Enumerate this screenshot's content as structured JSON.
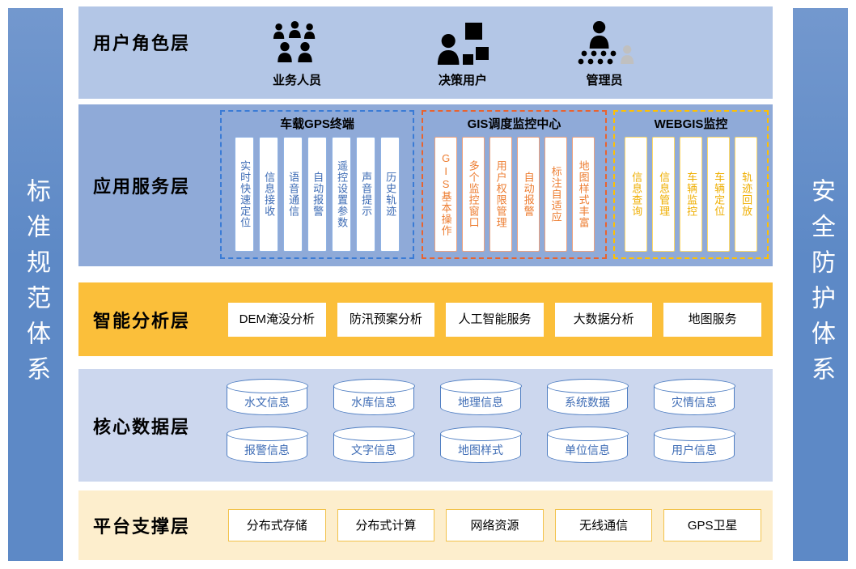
{
  "side_bars": {
    "left_label": "标准规范体系",
    "right_label": "安全防护体系"
  },
  "colors": {
    "pillar_blue": "#5d89c6",
    "user_band": "#b3c6e6",
    "app_band": "#8faad8",
    "analysis_band": "#fbbf3a",
    "data_band": "#ccd7ee",
    "platform_band": "#fdeecd",
    "gps_group_accent": "#3a7bd5",
    "gis_group_accent": "#e8632f",
    "webgis_group_accent": "#ffc000",
    "cylinder_accent": "#4f7ec2"
  },
  "layers": {
    "user_role": {
      "label": "用户角色层",
      "roles": [
        {
          "name": "业务人员",
          "icon": "people-group-icon"
        },
        {
          "name": "决策用户",
          "icon": "person-blocks-icon"
        },
        {
          "name": "管理员",
          "icon": "admin-network-icon"
        }
      ]
    },
    "app_service": {
      "label": "应用服务层",
      "groups": [
        {
          "title": "车载GPS终端",
          "accent": "#3a7bd5",
          "items": [
            "实时快速定位",
            "信息接收",
            "语音通信",
            "自动报警",
            "遥控设置参数",
            "声音提示",
            "历史轨迹"
          ]
        },
        {
          "title": "GIS调度监控中心",
          "accent": "#e8632f",
          "items": [
            "GIS基本操作",
            "多个监控窗口",
            "用户权限管理",
            "自动报警",
            "标注自适应",
            "地图样式丰富"
          ]
        },
        {
          "title": "WEBGIS监控",
          "accent": "#ffc000",
          "items": [
            "信息查询",
            "信息管理",
            "车辆监控",
            "车辆定位",
            "轨迹回放"
          ]
        }
      ]
    },
    "analysis": {
      "label": "智能分析层",
      "items": [
        "DEM淹没分析",
        "防汛预案分析",
        "人工智能服务",
        "大数据分析",
        "地图服务"
      ]
    },
    "core_data": {
      "label": "核心数据层",
      "row1": [
        "水文信息",
        "水库信息",
        "地理信息",
        "系统数据",
        "灾情信息"
      ],
      "row2": [
        "报警信息",
        "文字信息",
        "地图样式",
        "单位信息",
        "用户信息"
      ]
    },
    "platform": {
      "label": "平台支撑层",
      "items": [
        "分布式存储",
        "分布式计算",
        "网络资源",
        "无线通信",
        "GPS卫星"
      ]
    }
  }
}
